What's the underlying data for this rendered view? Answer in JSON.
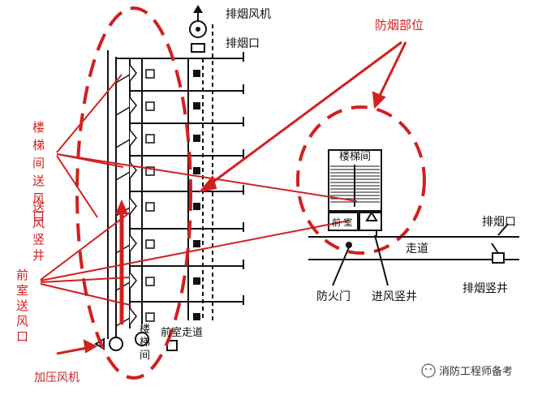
{
  "labels": {
    "exhaust_fan": "排烟风机",
    "exhaust_port_top": "排烟口",
    "smoke_area": "防烟部位",
    "stair_vent_v": [
      "楼",
      "梯",
      "间",
      "送",
      "风",
      "口"
    ],
    "supply_shaft_v": [
      "送",
      "风",
      "竖",
      "井"
    ],
    "antechamber_vent_v": [
      "前",
      "室",
      "送",
      "风",
      "口"
    ],
    "pressurize_fan": "加压风机",
    "stairwell_bottom_v": [
      "楼",
      "梯",
      "间"
    ],
    "antechamber_corridor": "前室走道",
    "stairwell_detail": "楼梯间",
    "antechamber_detail": "前 室",
    "corridor": "走道",
    "exhaust_port_right": "排烟口",
    "fire_door": "防火门",
    "intake_shaft": "进风竖井",
    "exhaust_shaft": "排烟竖井"
  },
  "watermark": {
    "text": "消防工程师备考"
  },
  "colors": {
    "accent": "#d21f1f",
    "line": "#111111"
  }
}
